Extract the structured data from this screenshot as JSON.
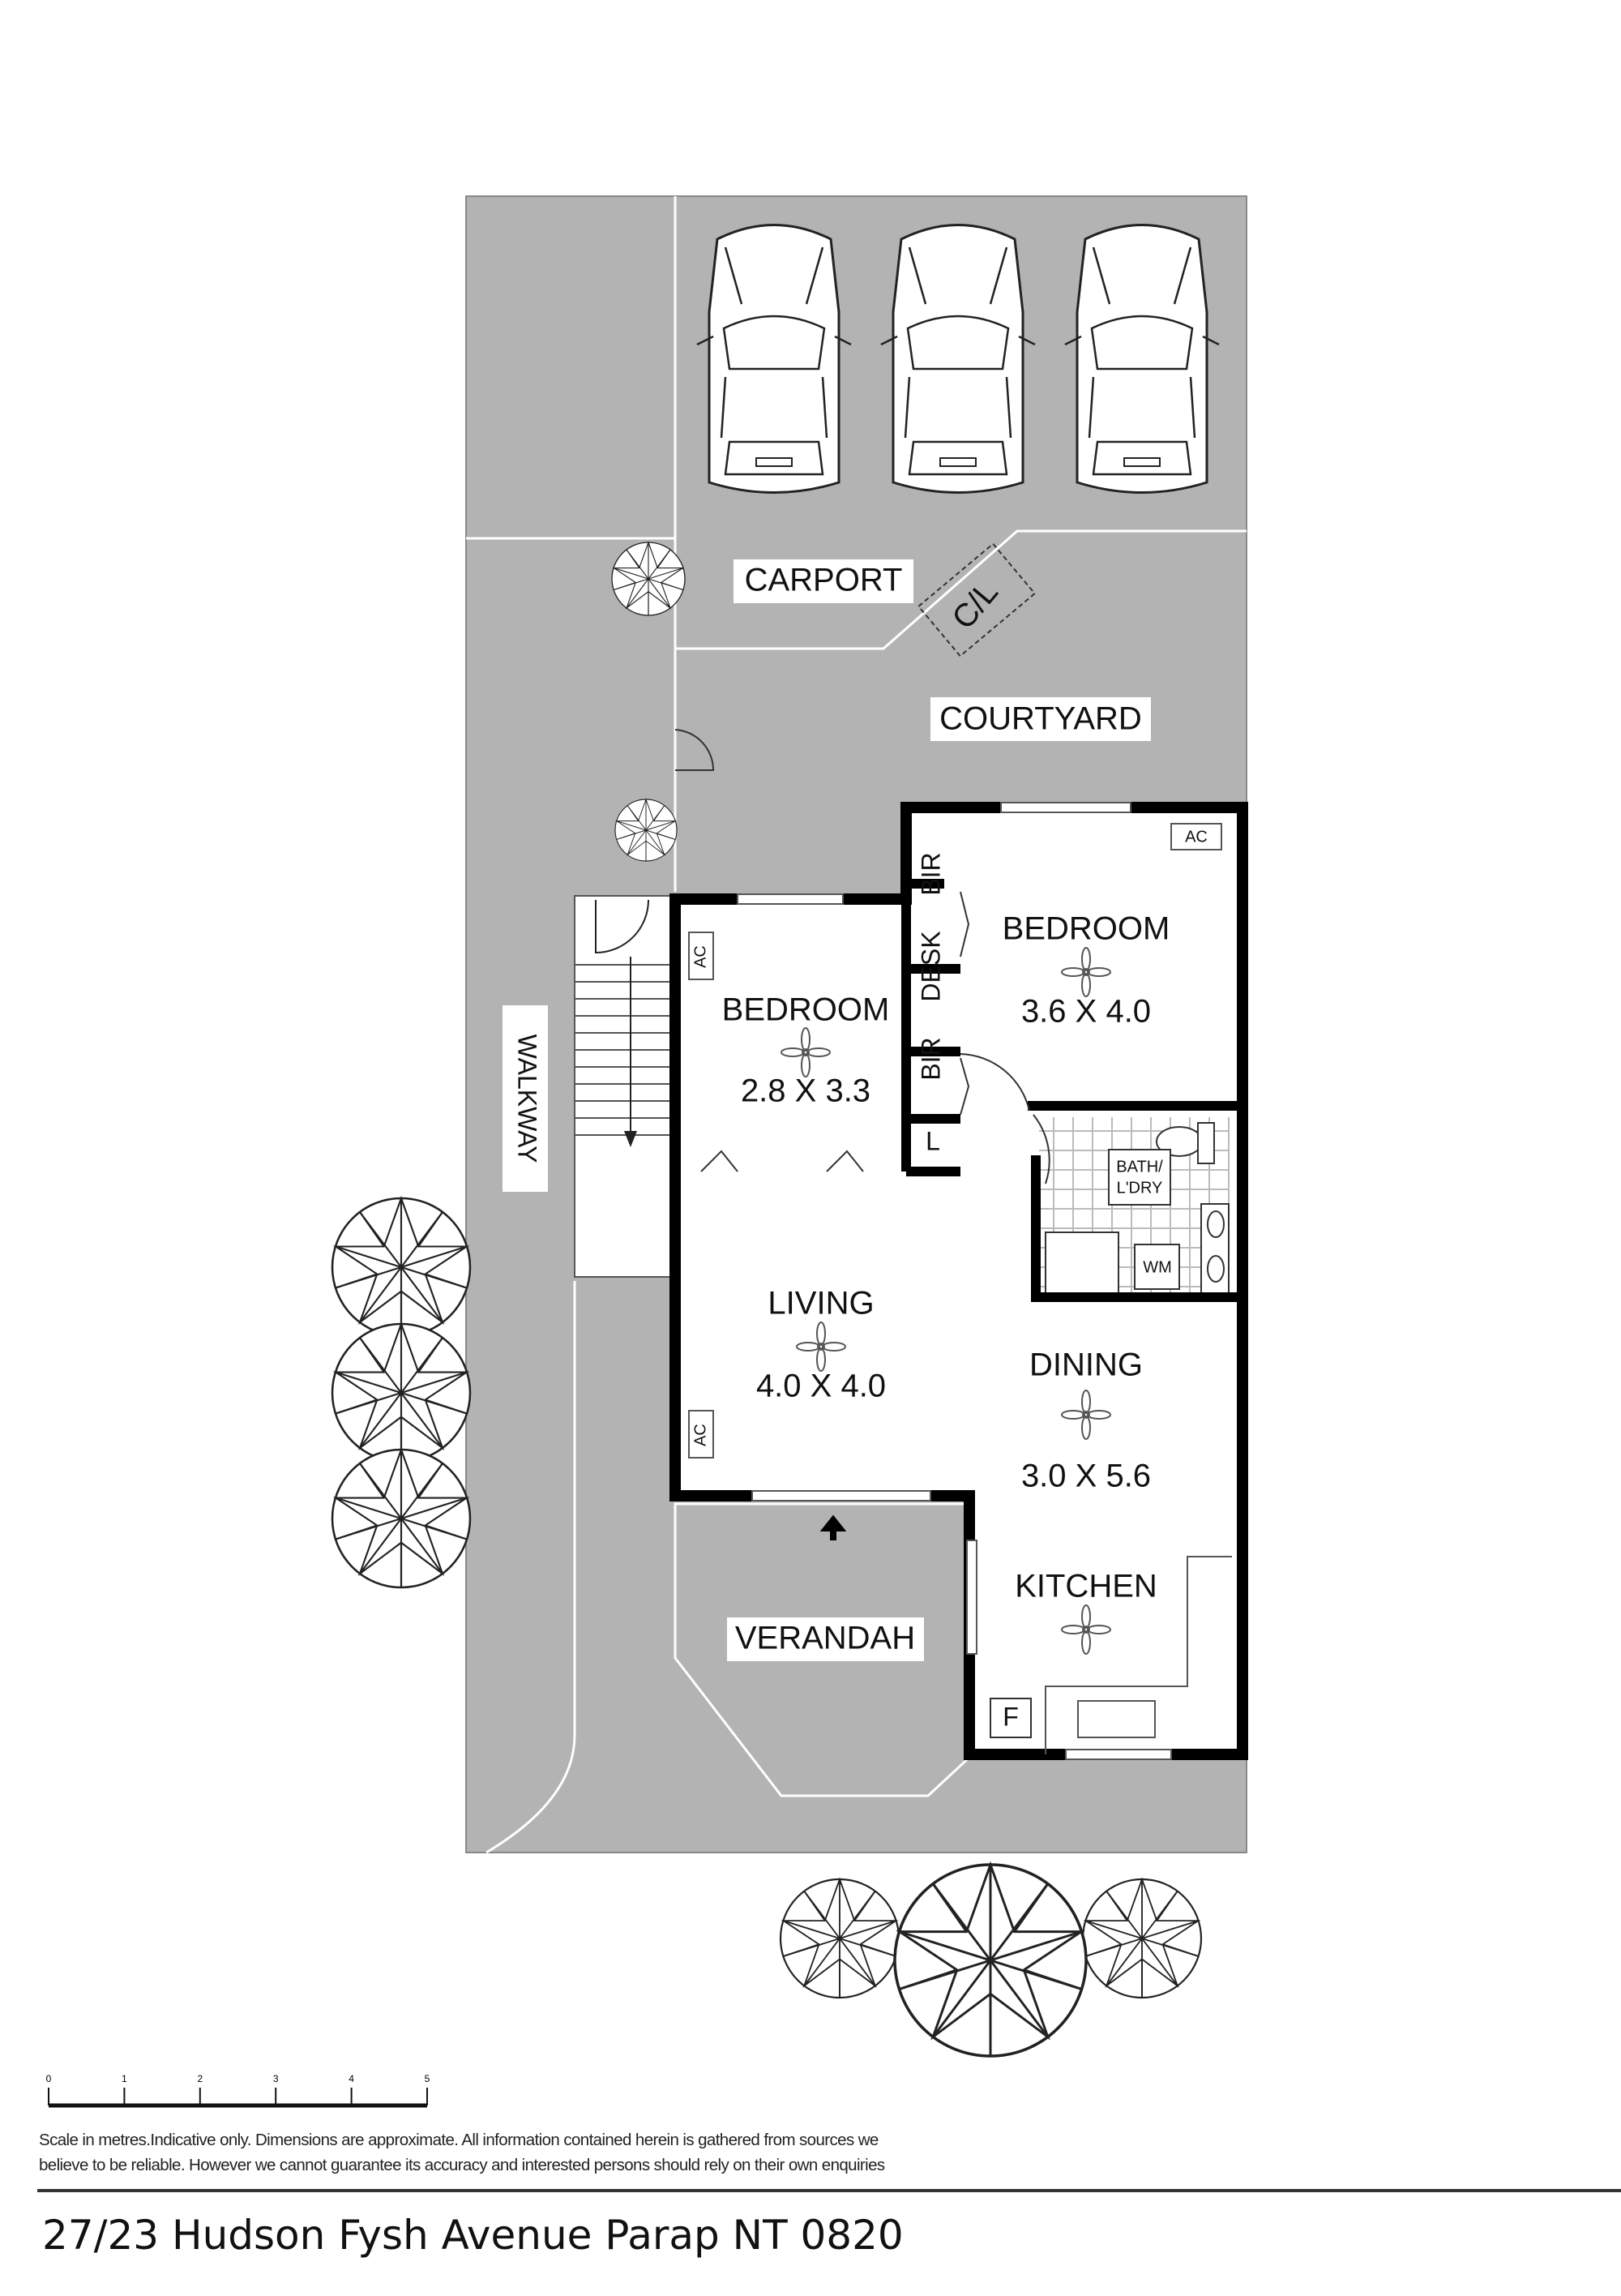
{
  "plan": {
    "rooms": {
      "carport": "CARPORT",
      "cl": "C/L",
      "courtyard": "COURTYARD",
      "bedroom1": {
        "name": "BEDROOM",
        "size": "3.6 X 4.0"
      },
      "bedroom2": {
        "name": "BEDROOM",
        "size": "2.8 X 3.3"
      },
      "living": {
        "name": "LIVING",
        "size": "4.0 X 4.0"
      },
      "dining": {
        "name": "DINING",
        "size": "3.0 X 5.6"
      },
      "kitchen": "KITCHEN",
      "verandah": "VERANDAH",
      "walkway": "WALKWAY",
      "bath": [
        "BATH/",
        "L'DRY"
      ]
    },
    "fixtures": {
      "bir": "BIR",
      "desk": "DESK",
      "linen": "L",
      "ac": "AC",
      "wm": "WM",
      "fridge": "F"
    },
    "colors": {
      "ground": "#b3b3b3",
      "wall": "#000000"
    }
  },
  "scale": {
    "ticks": [
      "0",
      "1",
      "2",
      "3",
      "4",
      "5"
    ],
    "unit": "metres"
  },
  "footer": {
    "disclaimer_line1": "Scale in metres.Indicative only. Dimensions are approximate. All information contained herein is gathered from sources we",
    "disclaimer_line2": "believe to be reliable. However we cannot guarantee its accuracy and interested persons should rely on their own enquiries",
    "address": "27/23 Hudson Fysh Avenue Parap NT 0820"
  }
}
